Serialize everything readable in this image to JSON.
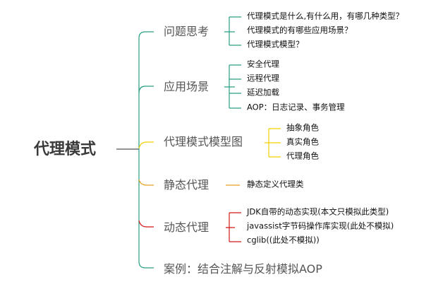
{
  "root": "代理模式",
  "colors": {
    "teal": "#2a9d84",
    "yellow": "#f0d000",
    "orange": "#e8a020",
    "red": "#d01818"
  },
  "branches": [
    {
      "label": "问题思考",
      "children": [
        "代理模式是什么,有什么用，有哪几种类型？",
        "代理模式的有哪些应用场景？",
        "代理模式模型？"
      ]
    },
    {
      "label": "应用场景",
      "children": [
        "安全代理",
        "远程代理",
        "延迟加载",
        "AOP：日志记录、事务管理"
      ]
    },
    {
      "label": "代理模式模型图",
      "children": [
        "抽象角色",
        "真实角色",
        "代理角色"
      ]
    },
    {
      "label": "静态代理",
      "children": [
        "静态定义代理类"
      ]
    },
    {
      "label": "动态代理",
      "children": [
        "JDK自带的动态实现(本文只模拟此类型)",
        "javassist字节码操作库实现(此处不模拟)",
        "cglib((此处不模拟))"
      ]
    },
    {
      "label": "案例：结合注解与反射模拟AOP",
      "children": []
    }
  ]
}
